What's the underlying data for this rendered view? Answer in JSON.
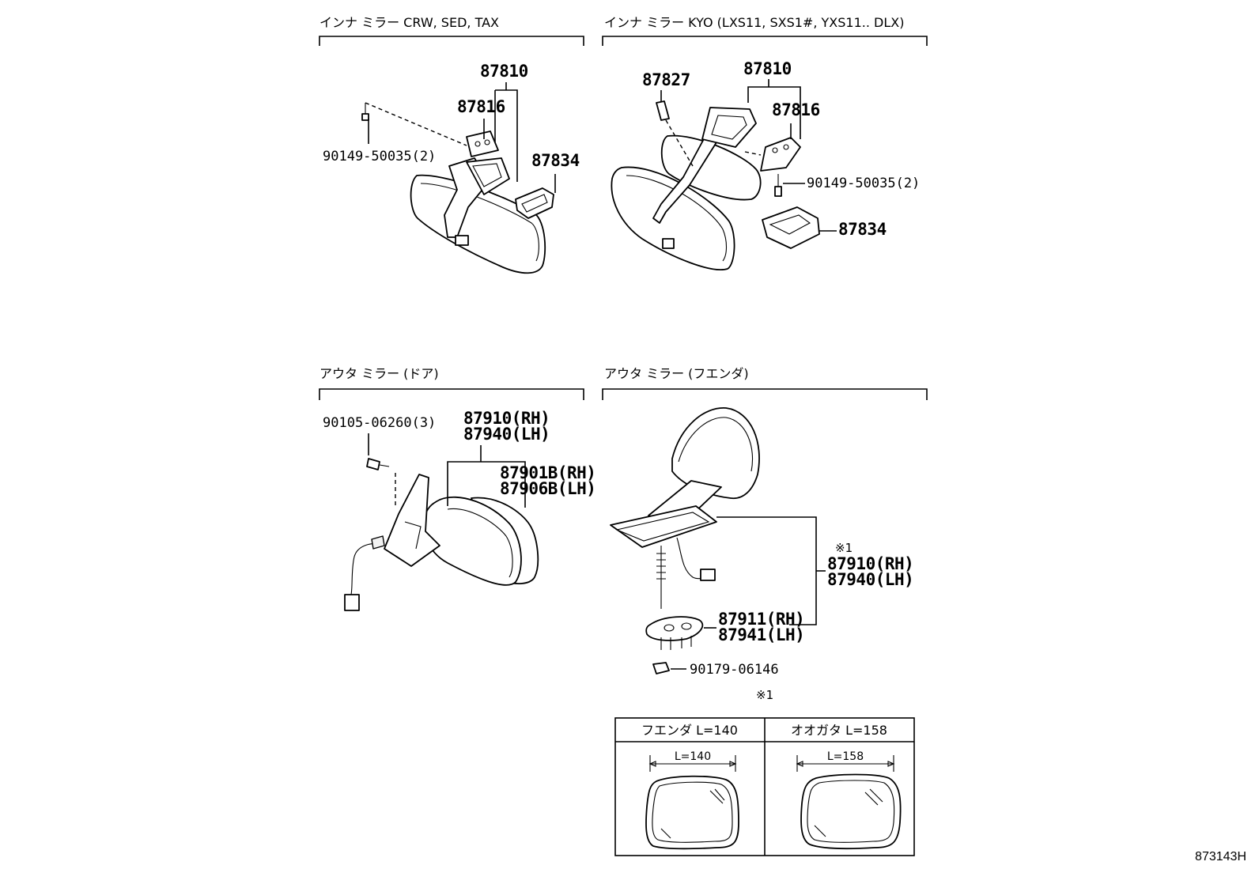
{
  "sections": {
    "inner_std": {
      "title": "インナ ミラー CRW, SED, TAX",
      "parts": {
        "p87810": "87810",
        "p87816": "87816",
        "p90149": "90149-50035(2)",
        "p87834": "87834"
      }
    },
    "inner_kyo": {
      "title": "インナ ミラー KYO (LXS11, SXS1#, YXS11.. DLX)",
      "parts": {
        "p87827": "87827",
        "p87810": "87810",
        "p87816": "87816",
        "p90149": "90149-50035(2)",
        "p87834": "87834"
      }
    },
    "outer_door": {
      "title": "アウタ ミラー (ドア)",
      "parts": {
        "p90105": "90105-06260(3)",
        "p87910": "87910(RH)",
        "p87940": "87940(LH)",
        "p87901b": "87901B(RH)",
        "p87906b": "87906B(LH)"
      }
    },
    "outer_fender": {
      "title": "アウタ ミラー (フエンダ)",
      "parts": {
        "mark": "※1",
        "p87910": "87910(RH)",
        "p87940": "87940(LH)",
        "p87911": "87911(RH)",
        "p87941": "87941(LH)",
        "p90179": "90179-06146"
      }
    }
  },
  "table": {
    "mark": "※1",
    "col1_header": "フエンダ L=140",
    "col2_header": "オオガタ L=158",
    "col1_dim": "L=140",
    "col2_dim": "L=158"
  },
  "ref_code": "873143H"
}
